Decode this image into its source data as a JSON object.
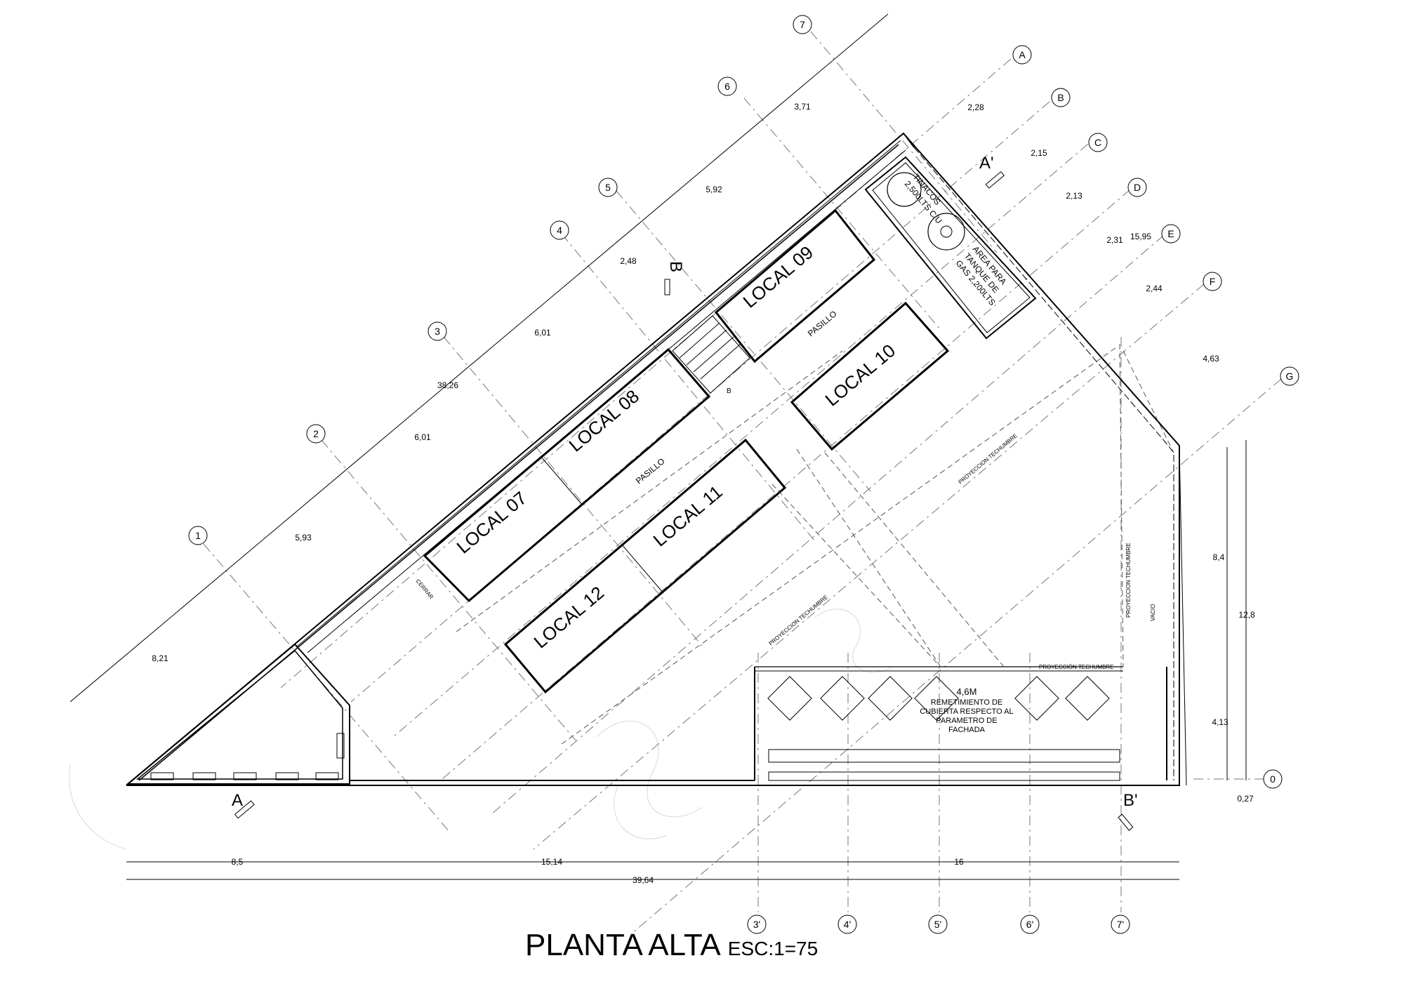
{
  "title": "PLANTA ALTA",
  "scale": "ESC:1=75",
  "rooms": [
    {
      "id": "local-07",
      "label": "LOCAL 07"
    },
    {
      "id": "local-08",
      "label": "LOCAL 08"
    },
    {
      "id": "local-09",
      "label": "LOCAL 09"
    },
    {
      "id": "local-10",
      "label": "LOCAL 10"
    },
    {
      "id": "local-11",
      "label": "LOCAL 11"
    },
    {
      "id": "local-12",
      "label": "LOCAL 12"
    }
  ],
  "corridor_label": "PASILLO",
  "tinacos": {
    "line1": "TINACOS",
    "line2": "2,500LTS C/U"
  },
  "gas_area": {
    "line1": "AREA PARA",
    "line2": "TANQUE DE",
    "line3": "GAS 2,200LTS"
  },
  "terrace_note": {
    "line1": "4,6M",
    "line2": "REMETIMIENTO DE",
    "line3": "CUBIERTA RESPECTO AL",
    "line4": "PARAMETRO DE",
    "line5": "FACHADA"
  },
  "small_labels": {
    "proyeccion_techumbre": "PROYECCION TECHUMBRE",
    "proyeccion_techumbre_acc": "PROYECCIÓN TECHUMBRE",
    "vacio": "VACIO",
    "cerrar": "CERRAR",
    "stair": "B"
  },
  "section_marks": {
    "a": "A",
    "a_prime": "A'",
    "b": "B",
    "b_prime": "B'"
  },
  "grid_bubbles_diagonal": [
    "1",
    "2",
    "3",
    "4",
    "5",
    "6",
    "7"
  ],
  "grid_bubbles_letters": [
    "A",
    "B",
    "C",
    "D",
    "E",
    "F",
    "G"
  ],
  "grid_bubbles_primes": [
    "3'",
    "4'",
    "5'",
    "6'",
    "7'"
  ],
  "grid_bubble_zero": "0",
  "dims_numbers_side": [
    "8,21",
    "5,93",
    "6,01",
    "38,26",
    "6,01",
    "2,48",
    "5,92",
    "3,71"
  ],
  "dims_letters_side": [
    "2,28",
    "2,15",
    "2,13",
    "2,31",
    "15,95",
    "2,44",
    "4,63"
  ],
  "dims_right": [
    "8,4",
    "12,8",
    "4,13",
    "0,27"
  ],
  "dims_bottom": [
    "8,5",
    "15,14",
    "16",
    "39,64"
  ]
}
